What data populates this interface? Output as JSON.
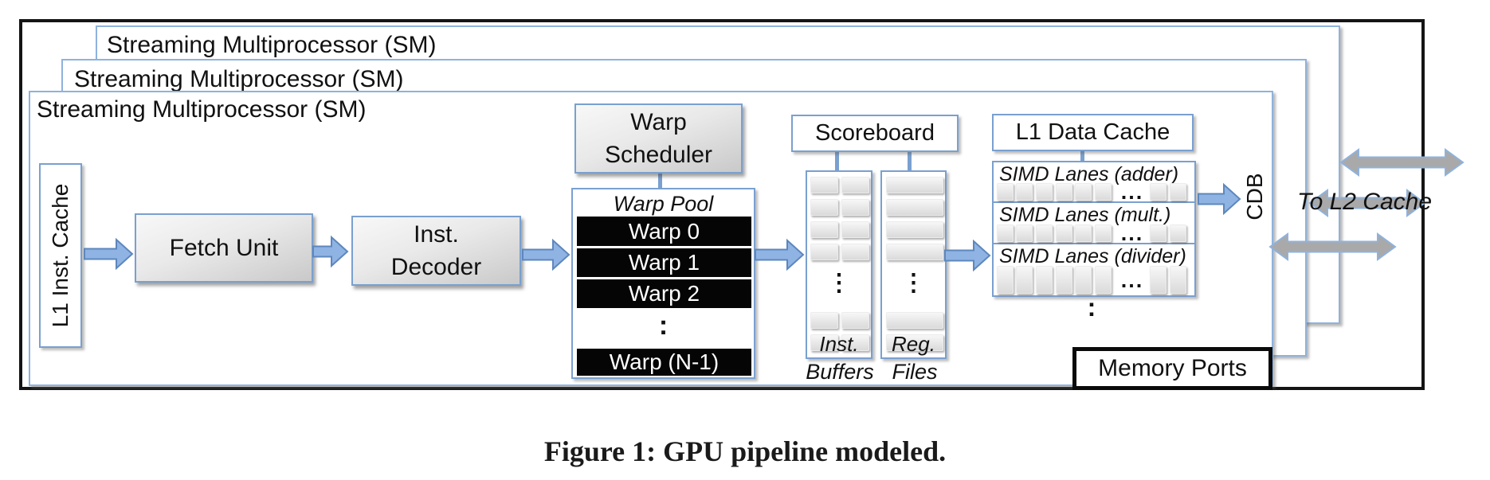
{
  "diagram": {
    "sm_boxes": {
      "back": "Streaming Multiprocessor (SM)",
      "middle": "Streaming Multiprocessor (SM)",
      "front": "Streaming Multiprocessor (SM)"
    },
    "l1_inst_cache": "L1 Inst. Cache",
    "fetch_unit": "Fetch Unit",
    "inst_decoder": {
      "lines": [
        "Inst.",
        "Decoder"
      ]
    },
    "warp_scheduler": {
      "lines": [
        "Warp",
        "Scheduler"
      ]
    },
    "warp_pool": {
      "title": "Warp Pool",
      "warps": [
        "Warp 0",
        "Warp 1",
        "Warp 2"
      ],
      "ellipsis": ":",
      "last_warp": "Warp (N-1)"
    },
    "scoreboard": {
      "title": "Scoreboard",
      "inst_column": {
        "inner_label": "Inst.",
        "ellipsis": "⋮",
        "outer_label": "Buffers"
      },
      "reg_column": {
        "inner_label": "Reg.",
        "ellipsis": "⋮",
        "outer_label": "Files"
      }
    },
    "l1_data_cache": "L1 Data Cache",
    "simd": {
      "rows": [
        "SIMD Lanes (adder)",
        "SIMD Lanes (mult.)",
        "SIMD Lanes (divider)"
      ],
      "row_ellipsis": "...",
      "below_ellipsis": ":"
    },
    "cdb": "CDB",
    "to_l2_cache": "To L2 Cache",
    "memory_ports": "Memory Ports"
  },
  "caption": "Figure 1: GPU pipeline modeled.",
  "colors": {
    "box_border_blue": "#7aa0cf",
    "arrow_blue_fill": "#8fb3e3",
    "arrow_blue_stroke": "#5d87bd",
    "arrow_gray_fill": "#a9a9a9",
    "arrow_gray_stroke": "#8fb2dd",
    "bar_black": "#050505"
  }
}
